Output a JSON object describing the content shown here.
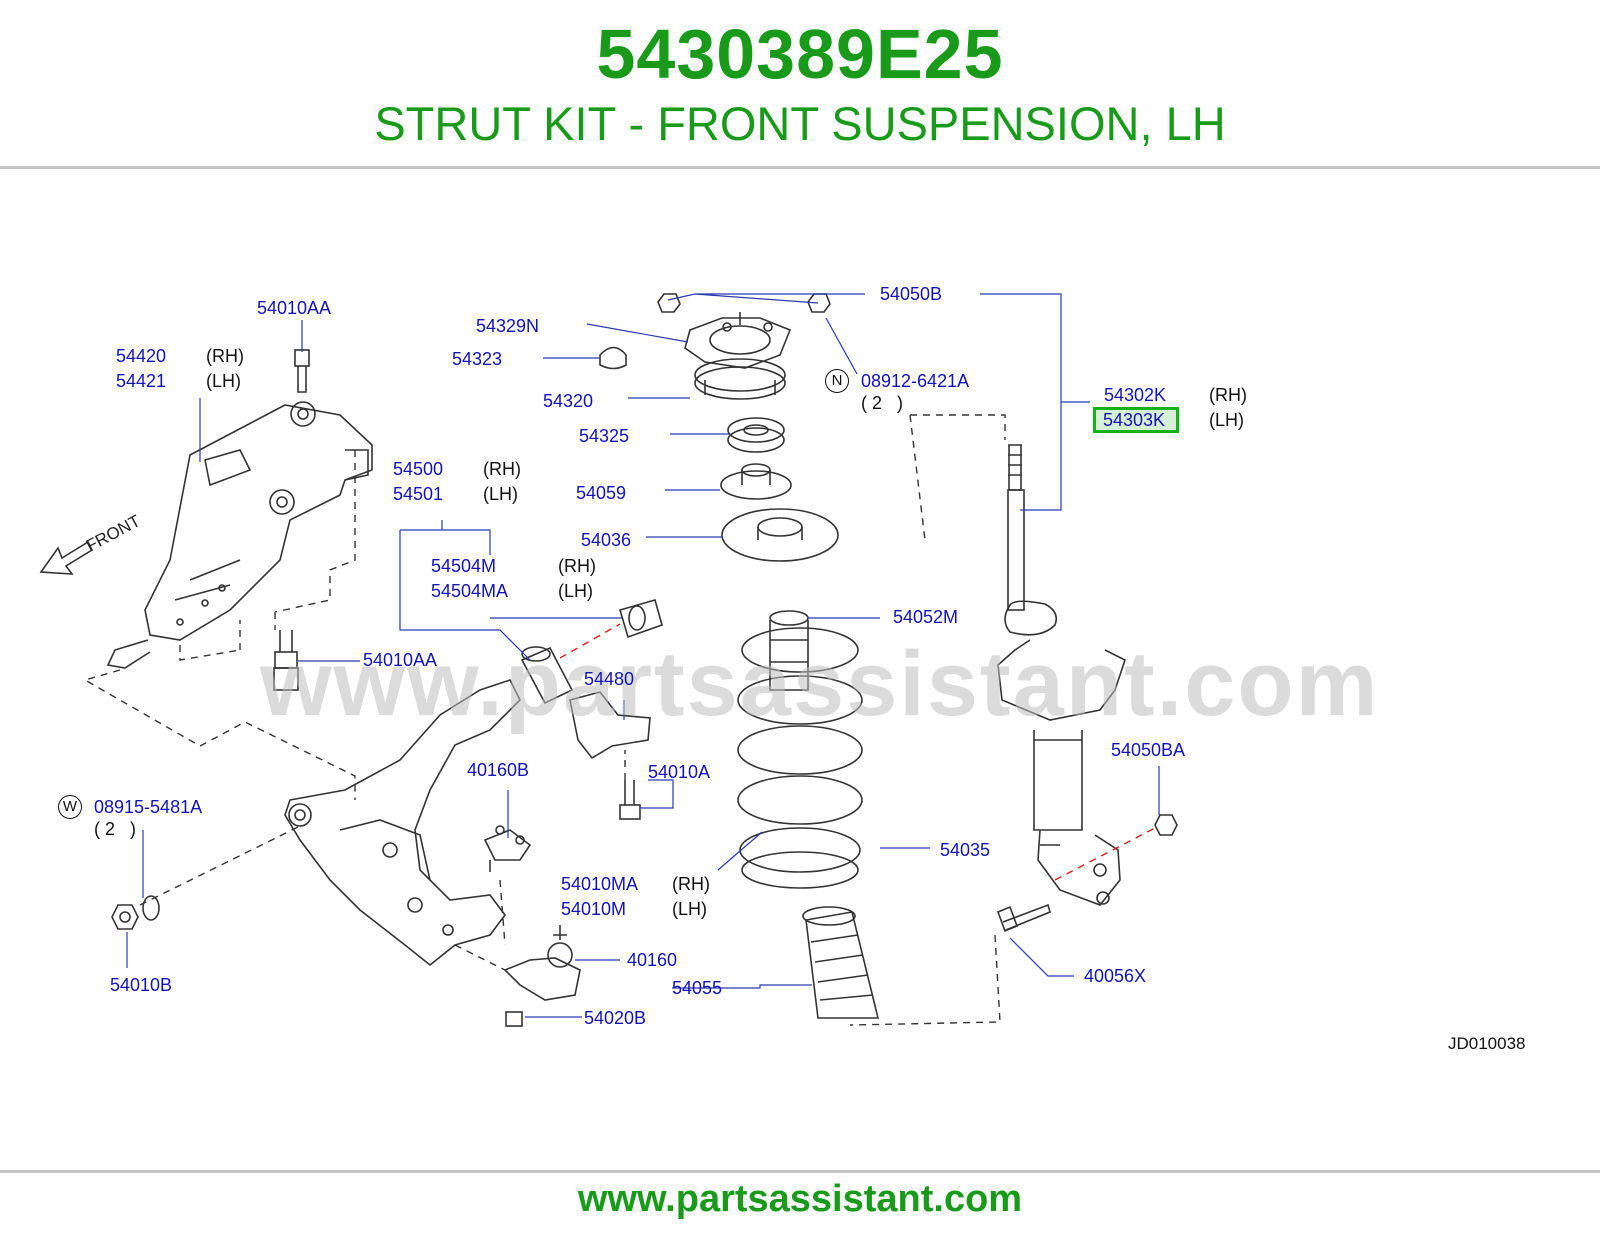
{
  "header": {
    "part_number": "5430389E25",
    "title": "STRUT KIT - FRONT SUSPENSION, LH"
  },
  "diagram": {
    "front_label": "FRONT",
    "doc_id": "JD010038",
    "watermark": "www.partsassistant.com",
    "highlighted_part": "54303K",
    "callouts": {
      "c54010AA_top": "54010AA",
      "c54420": "54420",
      "c54421": "54421",
      "c54329N": "54329N",
      "c54323": "54323",
      "c54320": "54320",
      "c54325": "54325",
      "c54059": "54059",
      "c54036": "54036",
      "c54050B": "54050B",
      "c08912": "08912-6421A",
      "c54302K": "54302K",
      "c54303K": "54303K",
      "c54500": "54500",
      "c54501": "54501",
      "c54504M": "54504M",
      "c54504MA": "54504MA",
      "c54010AA_mid": "54010AA",
      "c54052M": "54052M",
      "c54480": "54480",
      "c54010A": "54010A",
      "c40160B": "40160B",
      "c08915": "08915-5481A",
      "c54050BA": "54050BA",
      "c54035": "54035",
      "c54010MA": "54010MA",
      "c54010M": "54010M",
      "c54010B": "54010B",
      "c40160": "40160",
      "c54055": "54055",
      "c40056X": "40056X",
      "c54020B": "54020B"
    },
    "side": {
      "rh": "(RH)",
      "lh": "(LH)"
    },
    "qty": "( 2   )",
    "circle_n": "N",
    "circle_w": "W"
  },
  "footer": {
    "url": "www.partsassistant.com"
  },
  "colors": {
    "brand_green": "#1a9a1a",
    "callout_blue": "#1414b4",
    "highlight_border": "#16b016"
  }
}
